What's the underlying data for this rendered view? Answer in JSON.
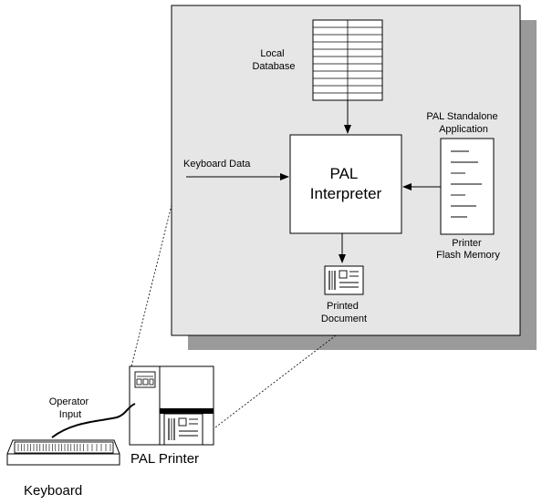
{
  "labels": {
    "local_database": [
      "Local",
      "Database"
    ],
    "keyboard_data": "Keyboard Data",
    "pal_interpreter": [
      "PAL",
      "Interpreter"
    ],
    "pal_standalone_application": [
      "PAL Standalone",
      "Application"
    ],
    "printer_flash_memory": [
      "Printer",
      "Flash Memory"
    ],
    "printed_document": [
      "Printed",
      "Document"
    ],
    "operator_input": [
      "Operator",
      "Input"
    ],
    "pal_printer": "PAL Printer",
    "keyboard": "Keyboard"
  },
  "colors": {
    "panel_fill": "#e6e6e6",
    "shadow": "#9a9a9a",
    "line": "#000000",
    "background": "#ffffff"
  },
  "icons": {
    "database": "database-table-icon",
    "document": "document-page-icon",
    "printed_document": "printed-document-icon",
    "printer": "label-printer-icon",
    "keyboard": "keyboard-icon"
  }
}
